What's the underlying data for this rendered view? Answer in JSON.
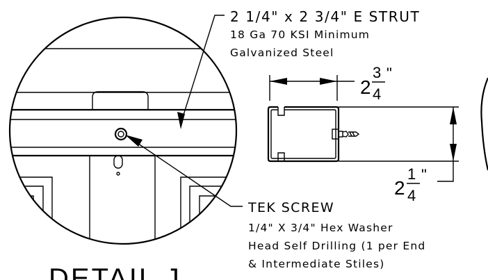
{
  "strut_callout": {
    "title": "2 1/4\" x 2 3/4\" E STRUT",
    "line2": "18 Ga 70 KSI Minimum",
    "line3": "Galvanized Steel"
  },
  "dim_width": {
    "whole": "2",
    "num": "3",
    "den": "4",
    "unit": "\""
  },
  "dim_height": {
    "whole": "2",
    "num": "1",
    "den": "4",
    "unit": "\""
  },
  "screw_callout": {
    "title": "TEK SCREW",
    "line2": "1/4\" X 3/4\" Hex Washer",
    "line3": "Head Self Drilling (1 per End",
    "line4": "& Intermediate Stiles)"
  },
  "detail_label": "DETAIL J"
}
